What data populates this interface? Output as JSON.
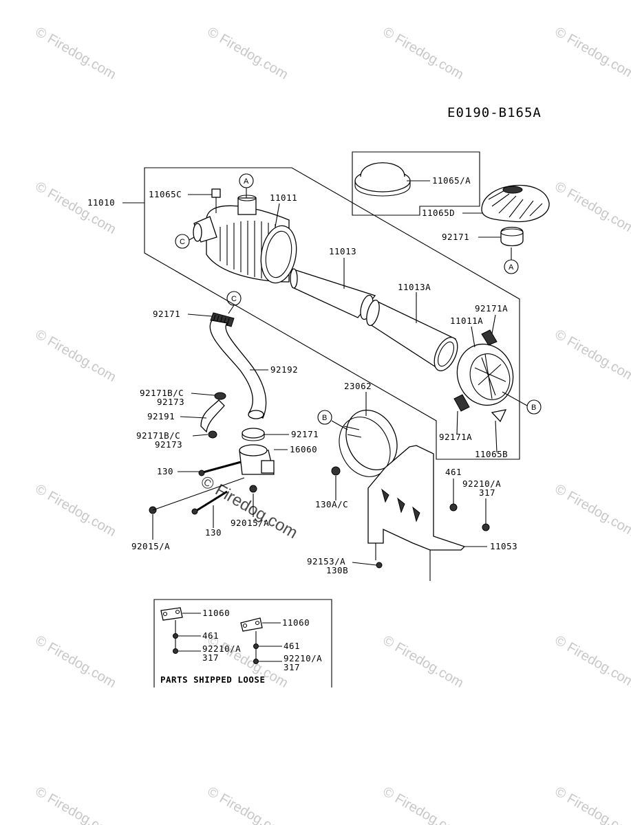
{
  "diagram_code": "E0190-B165A",
  "watermark": "© Firedog.com",
  "watermark_center": "© Firedog.com",
  "parts_box_title": "PARTS SHIPPED LOOSE",
  "reference_letters": {
    "a": "A",
    "b": "B",
    "c": "C"
  },
  "labels": {
    "p11010": "11010",
    "p11065c": "11065C",
    "p11011": "11011",
    "p11065a": "11065/A",
    "p11065d": "11065D",
    "p92171_top": "92171",
    "p11013": "11013",
    "p11013a": "11013A",
    "p92171_left": "92171",
    "p92171a_top": "92171A",
    "p11011a": "11011A",
    "p92192": "92192",
    "p23062": "23062",
    "p92171bc_1": "92171B/C",
    "p92173_1": "92173",
    "p92191": "92191",
    "p92171_mid": "92171",
    "p92171bc_2": "92171B/C",
    "p92173_2": "92173",
    "p16060": "16060",
    "p92171a_bot": "92171A",
    "p11065b": "11065B",
    "p130_1": "130",
    "p461": "461",
    "p92210a": "92210/A",
    "p317": "317",
    "p130ac": "130A/C",
    "p130_2": "130",
    "p92015a_1": "92015/A",
    "p92015a_2": "92015/A",
    "p11053": "11053",
    "p92153a": "92153/A",
    "p130b": "130B"
  },
  "loose_parts": {
    "left": {
      "p11060": "11060",
      "p461": "461",
      "p92210a": "92210/A",
      "p317": "317"
    },
    "right": {
      "p11060": "11060",
      "p461": "461",
      "p92210a": "92210/A",
      "p317": "317"
    }
  }
}
